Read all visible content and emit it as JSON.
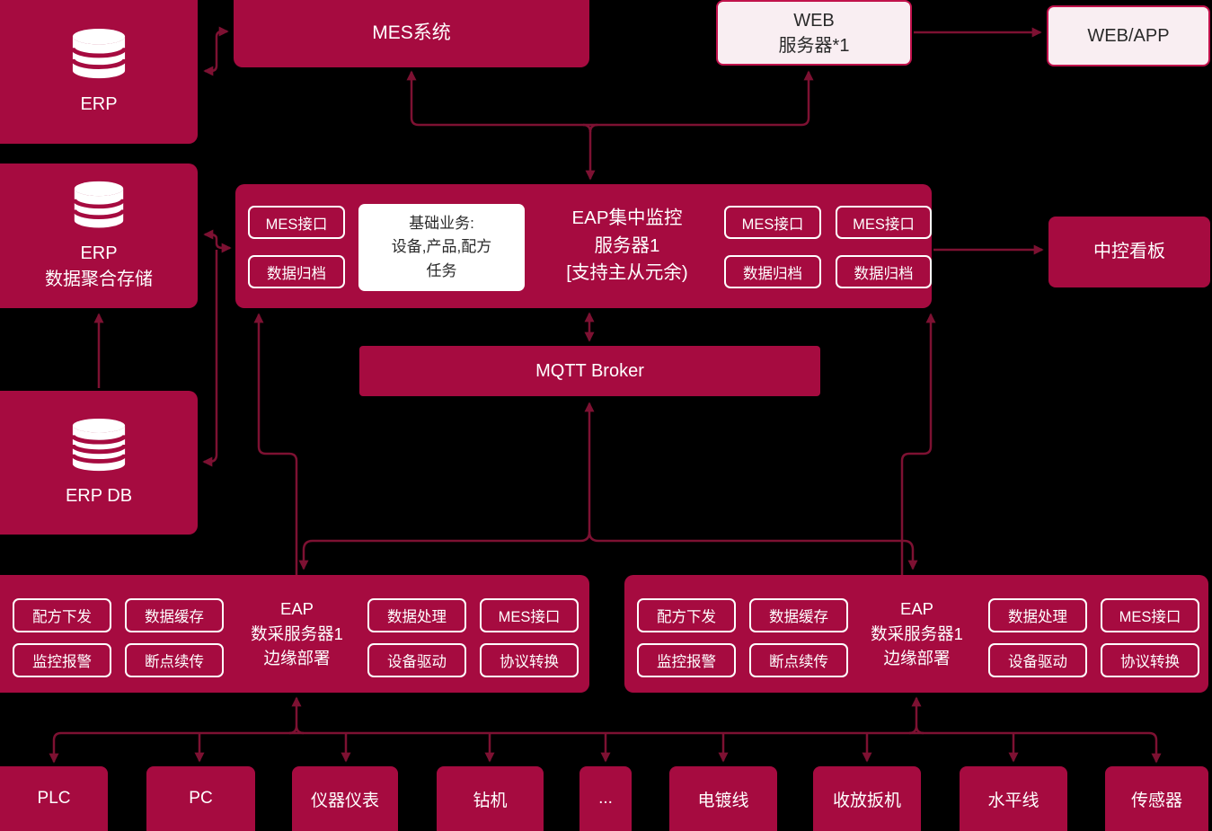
{
  "colors": {
    "background": "#000000",
    "node_fill": "#a60b40",
    "connector": "#7d1132",
    "light_node_fill": "#f9eef2",
    "light_node_border": "#c1124c",
    "white": "#ffffff",
    "dark_text": "#2a2a2a"
  },
  "top": {
    "erp": {
      "label": "ERP",
      "icon": "database-icon"
    },
    "mes": {
      "label": "MES系统"
    },
    "web_server": {
      "line1": "WEB",
      "line2": "服务器*1"
    },
    "web_app": {
      "label": "WEB/APP"
    }
  },
  "left": {
    "erp_agg": {
      "line1": "ERP",
      "line2": "数据聚合存储",
      "icon": "database-icon"
    },
    "erp_db": {
      "label": "ERP DB",
      "icon": "database-icon"
    }
  },
  "central_eap": {
    "title_line1": "EAP集中监控",
    "title_line2": "服务器1",
    "title_line3": "[支持主从元余)",
    "left_features": [
      "MES接口",
      "数据归档"
    ],
    "base_service": {
      "line1": "基础业务:",
      "line2": "设备,产品,配方",
      "line3": "任务"
    },
    "right_features_row1": [
      "MES接口",
      "MES接口"
    ],
    "right_features_row2": [
      "数据归档",
      "数据归档"
    ]
  },
  "kanban": {
    "label": "中控看板"
  },
  "mqtt": {
    "label": "MQTT Broker"
  },
  "eap_left": {
    "title_line1": "EAP",
    "title_line2": "数采服务器1",
    "title_line3": "边缘部署",
    "features_left": [
      "配方下发",
      "数据缓存",
      "监控报警",
      "断点续传"
    ],
    "features_right": [
      "数据处理",
      "MES接口",
      "设备驱动",
      "协议转换"
    ]
  },
  "eap_right": {
    "title_line1": "EAP",
    "title_line2": "数采服务器1",
    "title_line3": "边缘部署",
    "features_left": [
      "配方下发",
      "数据缓存",
      "监控报警",
      "断点续传"
    ],
    "features_right": [
      "数据处理",
      "MES接口",
      "设备驱动",
      "协议转换"
    ]
  },
  "devices": [
    "PLC",
    "PC",
    "仪器仪表",
    "钻机",
    "...",
    "电镀线",
    "收放扳机",
    "水平线",
    "传感器"
  ]
}
